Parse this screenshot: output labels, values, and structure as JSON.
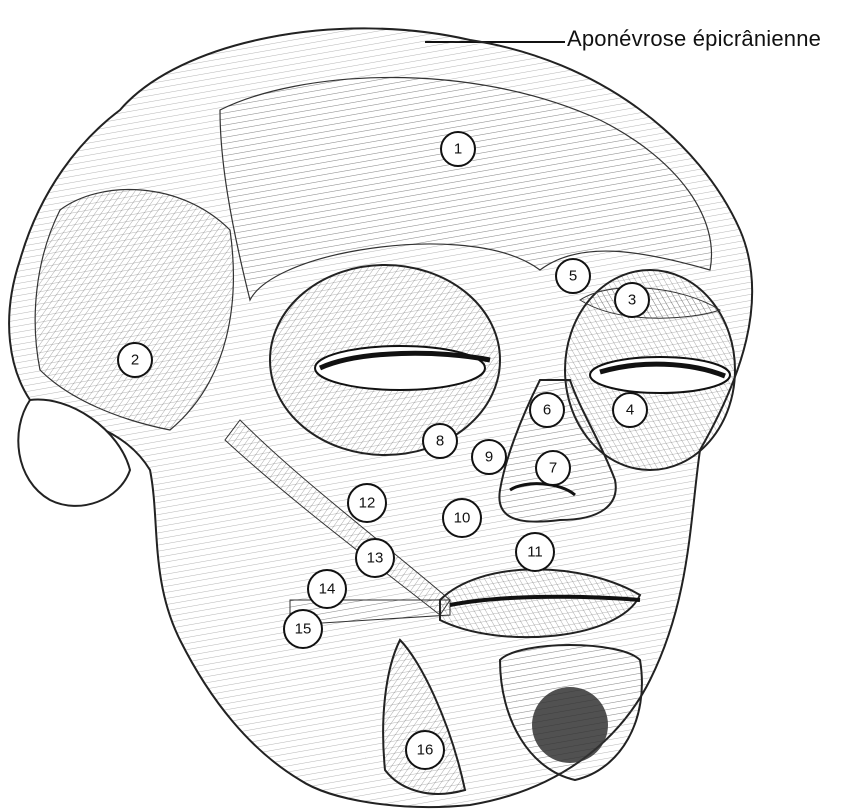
{
  "title": "Aponévrose épicrânienne",
  "labels": [
    "1",
    "2",
    "3",
    "4",
    "5",
    "6",
    "7",
    "8",
    "9",
    "10",
    "11",
    "12",
    "13",
    "14",
    "15",
    "16"
  ]
}
